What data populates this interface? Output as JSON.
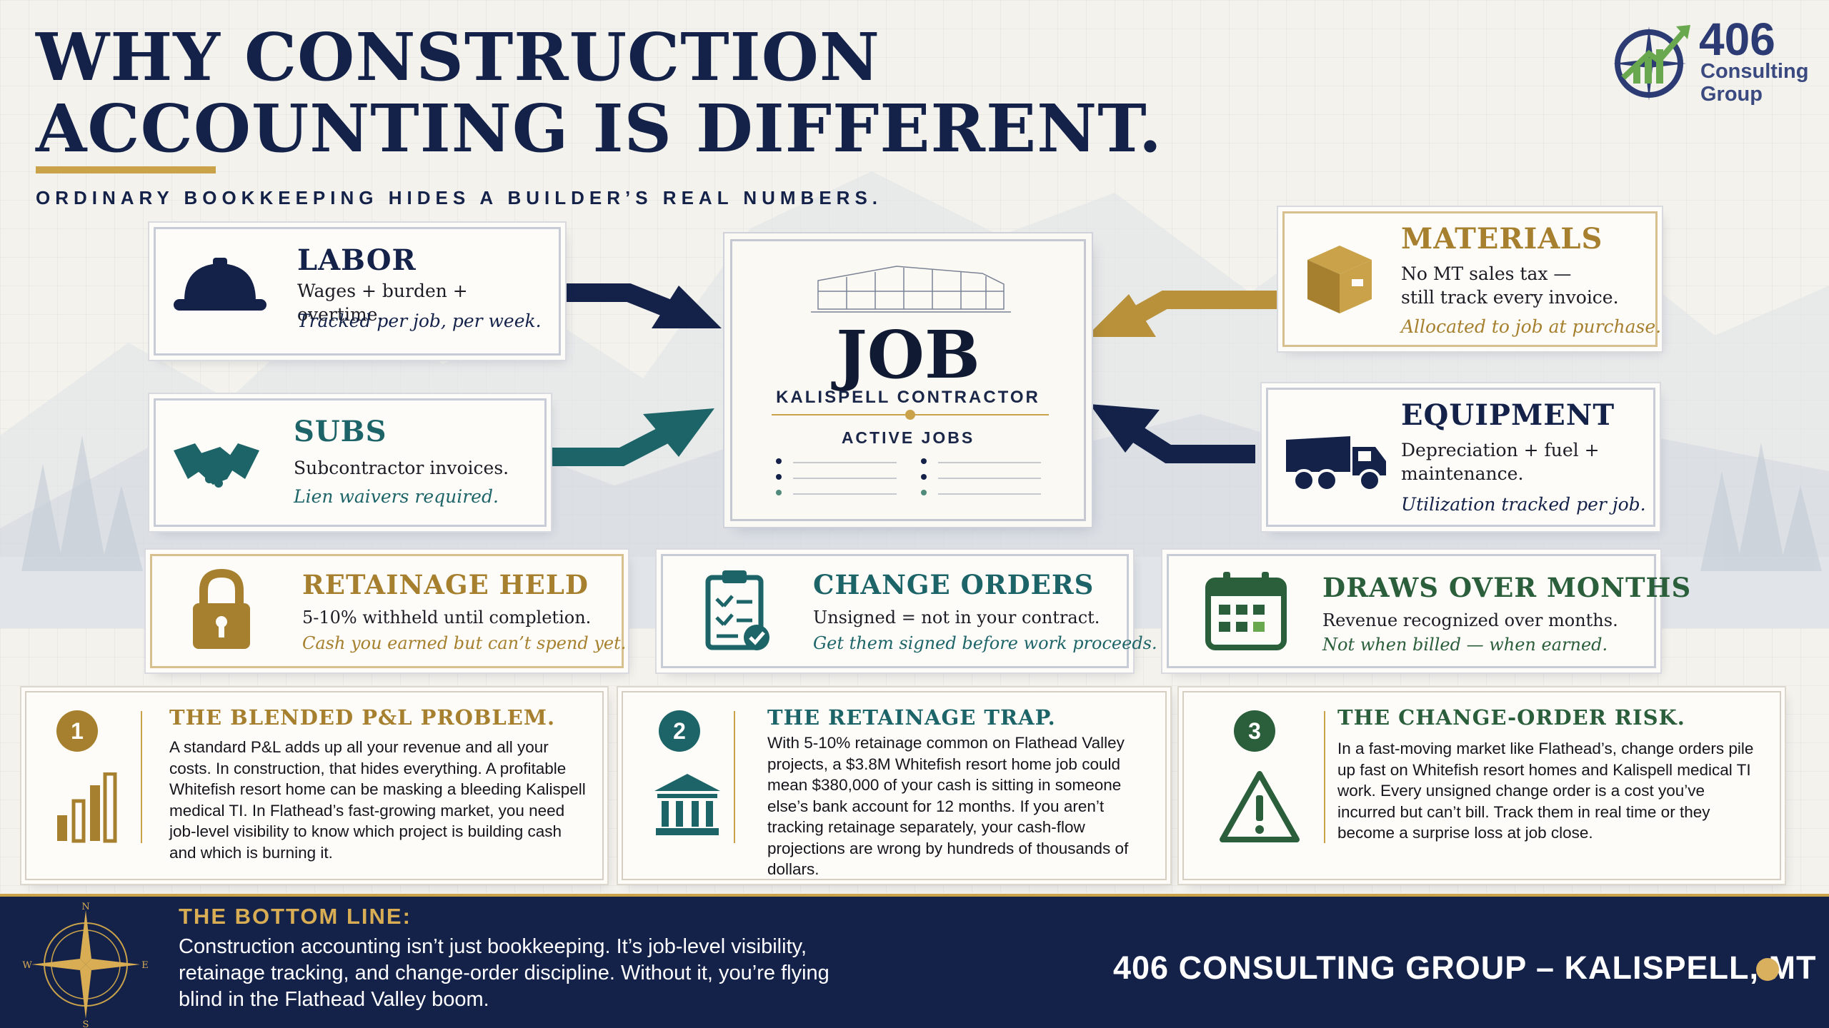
{
  "header": {
    "title_line1": "WHY CONSTRUCTION",
    "title_line2": "ACCOUNTING IS DIFFERENT.",
    "subtitle": "ORDINARY BOOKKEEPING HIDES A BUILDER’S REAL NUMBERS."
  },
  "logo": {
    "number": "406",
    "name": "Consulting\nGroup"
  },
  "colors": {
    "navy": "#14224a",
    "gold": "#c9a24a",
    "teal": "#1d6468",
    "green": "#2b5e3b",
    "brown": "#a6802e"
  },
  "inputs": {
    "labor": {
      "title": "LABOR",
      "line1": "Wages + burden + overtime.",
      "line2": "Tracked per job, per week.",
      "icon": "hard-hat-icon"
    },
    "subs": {
      "title": "SUBS",
      "line1": "Subcontractor invoices.",
      "line2": "Lien waivers required.",
      "icon": "handshake-icon"
    },
    "materials": {
      "title": "MATERIALS",
      "line1": "No MT sales tax —\nstill track every invoice.",
      "line2": "Allocated to job at purchase.",
      "icon": "box-icon"
    },
    "equipment": {
      "title": "EQUIPMENT",
      "line1": "Depreciation + fuel +\nmaintenance.",
      "line2": "Utilization tracked per job.",
      "icon": "dump-truck-icon"
    }
  },
  "job": {
    "title": "JOB",
    "subtitle": "KALISPELL CONTRACTOR",
    "active": "ACTIVE JOBS"
  },
  "middle": {
    "retainage": {
      "title": "RETAINAGE HELD",
      "line1": "5-10% withheld until completion.",
      "line2": "Cash you earned but can’t spend yet.",
      "icon": "lock-icon"
    },
    "change_orders": {
      "title": "CHANGE ORDERS",
      "line1": "Unsigned = not in your contract.",
      "line2": "Get them signed before work proceeds.",
      "icon": "clipboard-check-icon"
    },
    "draws": {
      "title": "DRAWS OVER MONTHS",
      "line1": "Revenue recognized over months.",
      "line2": "Not when billed — when earned.",
      "icon": "calendar-icon"
    }
  },
  "problems": [
    {
      "number": "1",
      "title": "THE BLENDED P&L PROBLEM.",
      "text": "A standard P&L adds up all your revenue and all your costs. In construction, that hides everything. A profitable Whitefish resort home can be masking a bleeding Kalispell medical TI. In Flathead’s fast-growing market, you need job-level visibility to know which project is building cash and which is burning it.",
      "icon": "bar-chart-icon"
    },
    {
      "number": "2",
      "title": "THE RETAINAGE TRAP.",
      "text": "With 5-10% retainage common on Flathead Valley projects, a $3.8M Whitefish resort home job could mean $380,000 of your cash is sitting in someone else’s bank account for 12 months. If you aren’t tracking retainage separately, your cash-flow projections are wrong by hundreds of thousands of dollars.",
      "icon": "bank-icon"
    },
    {
      "number": "3",
      "title": "THE CHANGE-ORDER RISK.",
      "text": "In a fast-moving market like Flathead’s, change orders pile up fast on Whitefish resort homes and Kalispell medical TI work. Every unsigned change order is a cost you’ve incurred but can’t bill. Track them in real time or they become a surprise loss at job close.",
      "icon": "warning-icon"
    }
  ],
  "footer": {
    "heading": "THE BOTTOM LINE:",
    "text": "Construction accounting isn’t just bookkeeping. It’s job-level visibility, retainage tracking, and change-order discipline. Without it, you’re flying blind in the Flathead Valley boom.",
    "right": "406 CONSULTING GROUP – KALISPELL, MT",
    "compass": {
      "n": "N",
      "s": "S",
      "e": "E",
      "w": "W"
    }
  }
}
